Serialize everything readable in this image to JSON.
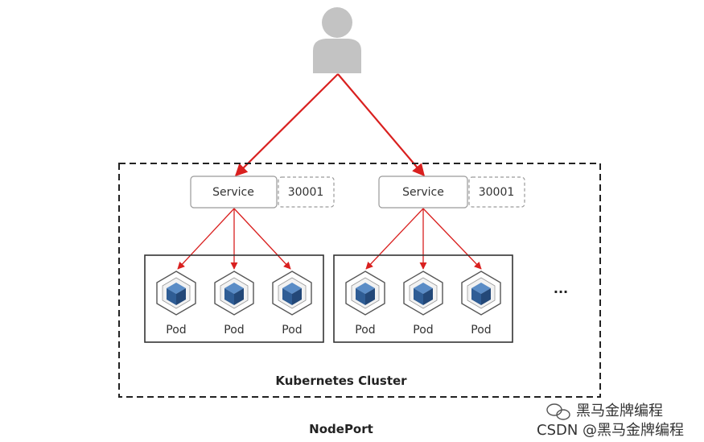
{
  "diagram": {
    "services": [
      {
        "label": "Service",
        "port": "30001",
        "pods": [
          "Pod",
          "Pod",
          "Pod"
        ]
      },
      {
        "label": "Service",
        "port": "30001",
        "pods": [
          "Pod",
          "Pod",
          "Pod"
        ]
      }
    ],
    "more_indicator": "...",
    "cluster_label": "Kubernetes Cluster",
    "mode_label": "NodePort",
    "colors": {
      "arrow": "#d9201f",
      "pod_icon": "#2f5d95",
      "user_icon": "#c3c3c3"
    }
  },
  "watermark": {
    "line1": "黑马金牌编程",
    "line2": "CSDN @黑马金牌编程"
  }
}
